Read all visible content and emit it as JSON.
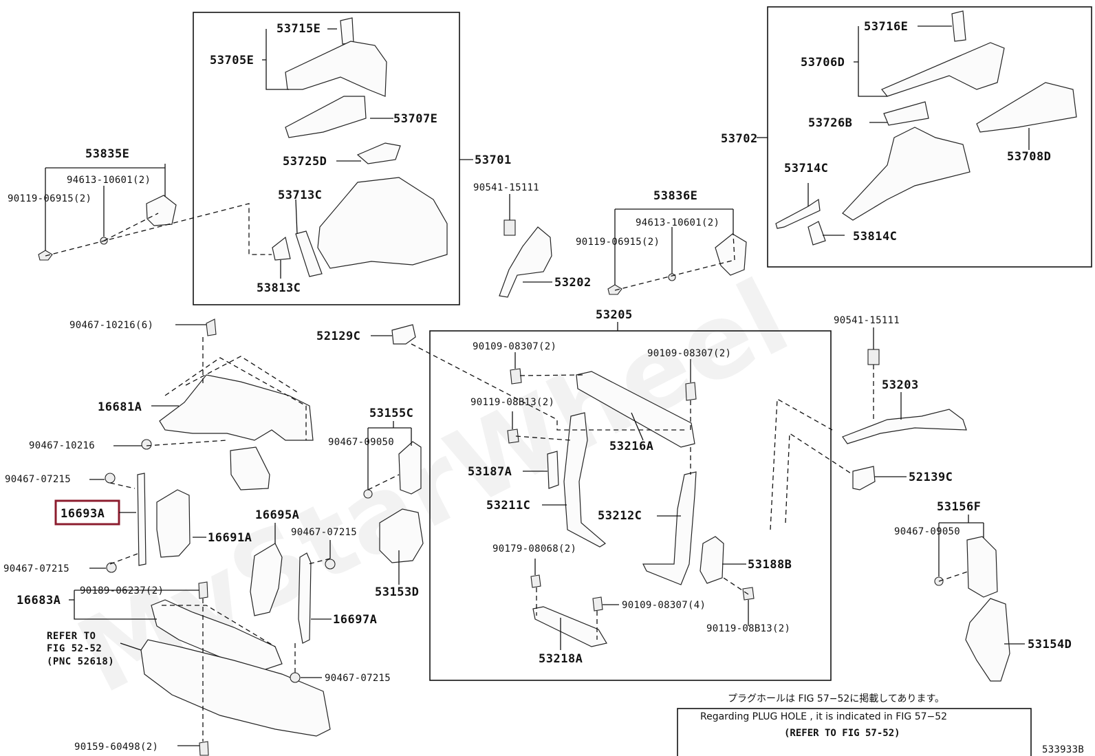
{
  "watermark": "MyStarWheel",
  "drawing_number": "533933B",
  "highlight_color": "#8c1c2e",
  "labels": {
    "p53715E": "53715E",
    "p53705E": "53705E",
    "p53707E": "53707E",
    "p53725D": "53725D",
    "p53713C": "53713C",
    "p53813C": "53813C",
    "p53701": "53701",
    "p53835E": "53835E",
    "p94613_left": "94613-10601(2)",
    "p90119_06915_left": "90119-06915(2)",
    "p90541_top": "90541-15111",
    "p53202": "53202",
    "p53836E": "53836E",
    "p94613_mid": "94613-10601(2)",
    "p90119_06915_mid": "90119-06915(2)",
    "p53716E": "53716E",
    "p53706D": "53706D",
    "p53726B": "53726B",
    "p53702": "53702",
    "p53714C": "53714C",
    "p53708D": "53708D",
    "p53814C": "53814C",
    "p90467_10216_6": "90467-10216(6)",
    "p16681A": "16681A",
    "p90467_10216": "90467-10216",
    "p90467_07215_a": "90467-07215",
    "p16693A": "16693A",
    "p16691A": "16691A",
    "p90467_07215_b": "90467-07215",
    "p16683A": "16683A",
    "p90189_06237": "90189-06237(2)",
    "refer1": "REFER TO",
    "refer2": "FIG 52-52",
    "refer3": "(PNC 52618)",
    "p90159_60498": "90159-60498(2)",
    "p16695A": "16695A",
    "p90467_07215_c": "90467-07215",
    "p16697A": "16697A",
    "p90467_07215_d": "90467-07215",
    "p52129C": "52129C",
    "p53155C": "53155C",
    "p90467_09050_a": "90467-09050",
    "p53153D": "53153D",
    "p53205": "53205",
    "p90109_08307_a": "90109-08307(2)",
    "p90109_08307_b": "90109-08307(2)",
    "p90119_08B13_a": "90119-08B13(2)",
    "p53216A": "53216A",
    "p53187A": "53187A",
    "p53211C": "53211C",
    "p53212C": "53212C",
    "p90179_08068": "90179-08068(2)",
    "p53188B": "53188B",
    "p90109_08307_c": "90109-08307(4)",
    "p90119_08B13_b": "90119-08B13(2)",
    "p53218A": "53218A",
    "p90541_right": "90541-15111",
    "p53203": "53203",
    "p52139C": "52139C",
    "p53156F": "53156F",
    "p90467_09050_b": "90467-09050",
    "p53154D": "53154D"
  },
  "note": {
    "line1": "プラグホールは FIG  57−52に掲載してあります。",
    "line2": "Regarding  PLUG  HOLE , it is indicated in FIG  57−52",
    "line3": "(REFER TO FIG 57-52)"
  }
}
